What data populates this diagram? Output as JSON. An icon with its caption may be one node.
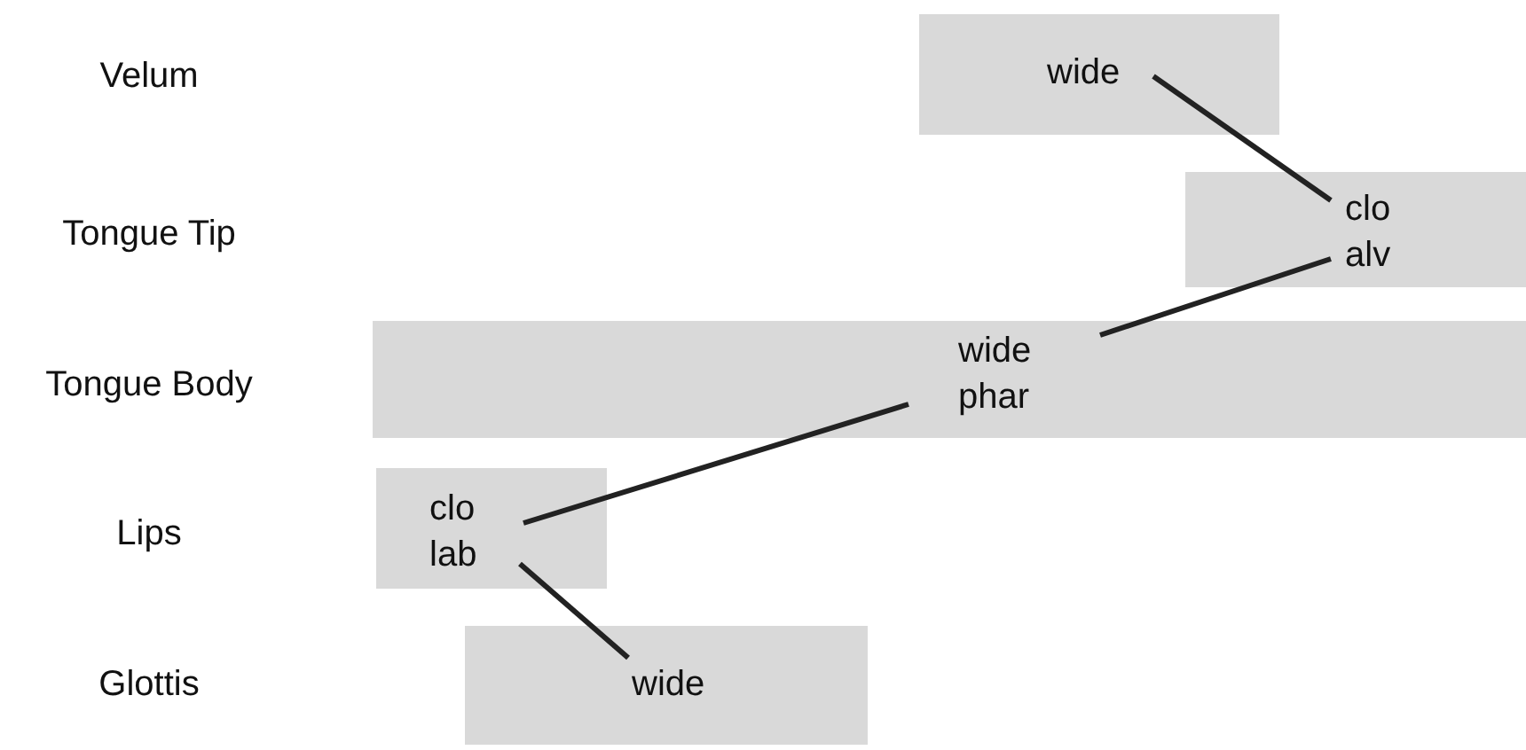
{
  "diagram": {
    "nodes": [
      {
        "text": [
          "wide"
        ]
      },
      {
        "text": [
          "clo",
          "alv"
        ]
      },
      {
        "text": [
          "wide",
          "phar"
        ]
      },
      {
        "text": [
          "clo",
          "lab"
        ]
      },
      {
        "text": [
          "wide"
        ]
      }
    ],
    "edges": [
      {
        "from": 0,
        "to": 1,
        "arrow": "none"
      },
      {
        "from": 1,
        "to": 2,
        "arrow": "none"
      },
      {
        "from": 2,
        "to": 3,
        "arrow": "none"
      },
      {
        "from": 3,
        "to": 4,
        "arrow": "none"
      }
    ],
    "labels": [
      "Velum",
      "Tongue Tip",
      "Tongue Body",
      "Lips",
      "Glottis"
    ]
  }
}
